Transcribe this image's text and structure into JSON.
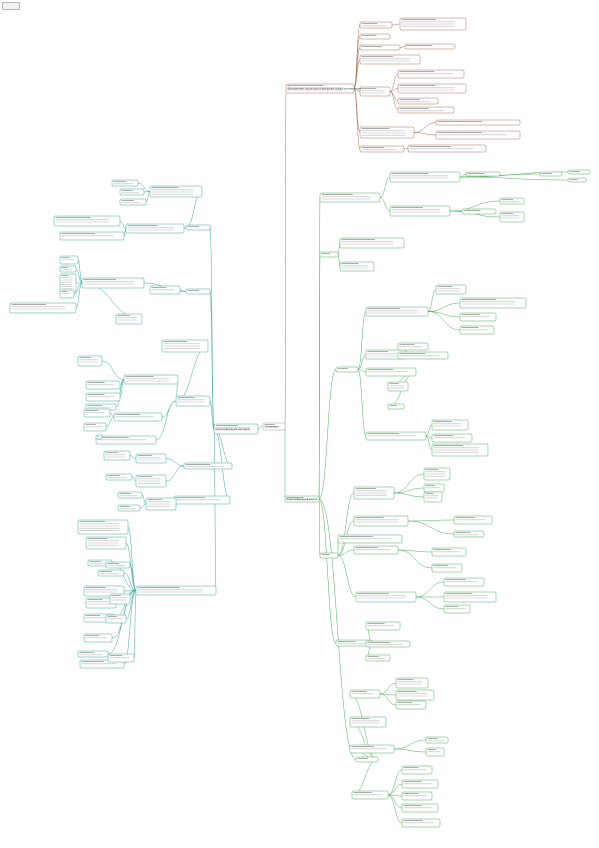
{
  "page": {
    "tab_label": "",
    "root_label": "Основная",
    "brown_root": "Внутренняя структура и внешняя среда организации",
    "green_root": "Классификация видов",
    "teal_root": "Классификация методов"
  },
  "colors": {
    "brown": "#a8705a",
    "green": "#4cae5c",
    "teal": "#3aa79a",
    "edge_gray": "#9a9a9a"
  }
}
